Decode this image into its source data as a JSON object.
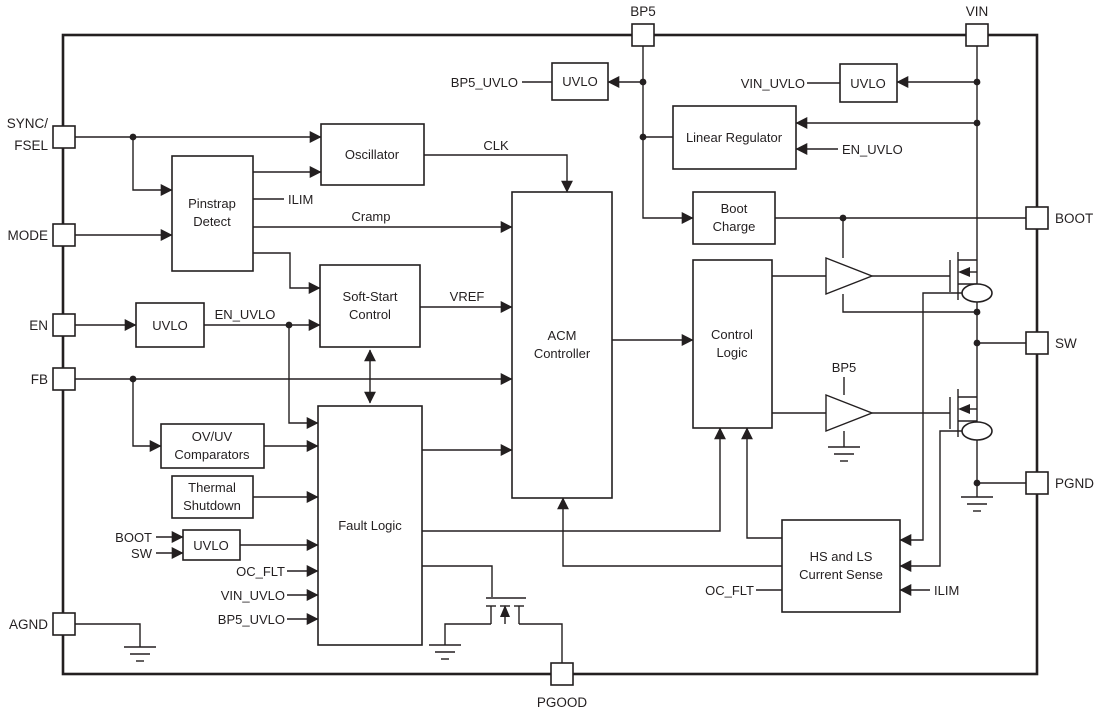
{
  "colors": {
    "background": "#ffffff",
    "ink": "#231f20"
  },
  "pins": {
    "bp5": "BP5",
    "vin": "VIN",
    "sync_line1": "SYNC/",
    "sync_line2": "FSEL",
    "mode": "MODE",
    "en": "EN",
    "fb": "FB",
    "agnd": "AGND",
    "boot": "BOOT",
    "sw": "SW",
    "pgnd": "PGND",
    "pgood": "PGOOD"
  },
  "blocks": {
    "pinstrap_line1": "Pinstrap",
    "pinstrap_line2": "Detect",
    "oscillator": "Oscillator",
    "soft_start_line1": "Soft-Start",
    "soft_start_line2": "Control",
    "en_uvlo_block": "UVLO",
    "bp5_uvlo_block": "UVLO",
    "vin_uvlo_block": "UVLO",
    "bootsw_uvlo_block": "UVLO",
    "linear_regulator": "Linear Regulator",
    "boot_charge_line1": "Boot",
    "boot_charge_line2": "Charge",
    "acm_line1": "ACM",
    "acm_line2": "Controller",
    "control_logic_line1": "Control",
    "control_logic_line2": "Logic",
    "ovuv_line1": "OV/UV",
    "ovuv_line2": "Comparators",
    "thermal_line1": "Thermal",
    "thermal_line2": "Shutdown",
    "fault_logic": "Fault Logic",
    "current_sense_line1": "HS and LS",
    "current_sense_line2": "Current Sense"
  },
  "net_labels": {
    "clk": "CLK",
    "ilim_pinstrap": "ILIM",
    "cramp": "Cramp",
    "vref": "VREF",
    "en_uvlo": "EN_UVLO",
    "bp5_uvlo": "BP5_UVLO",
    "vin_uvlo": "VIN_UVLO",
    "en_uvlo_lr": "EN_UVLO",
    "boot_sense": "BOOT",
    "sw_sense": "SW",
    "oc_flt_fault": "OC_FLT",
    "vin_uvlo_fault": "VIN_UVLO",
    "bp5_uvlo_fault": "BP5_UVLO",
    "bp5_driver": "BP5",
    "oc_flt_cs": "OC_FLT",
    "ilim_cs": "ILIM"
  }
}
